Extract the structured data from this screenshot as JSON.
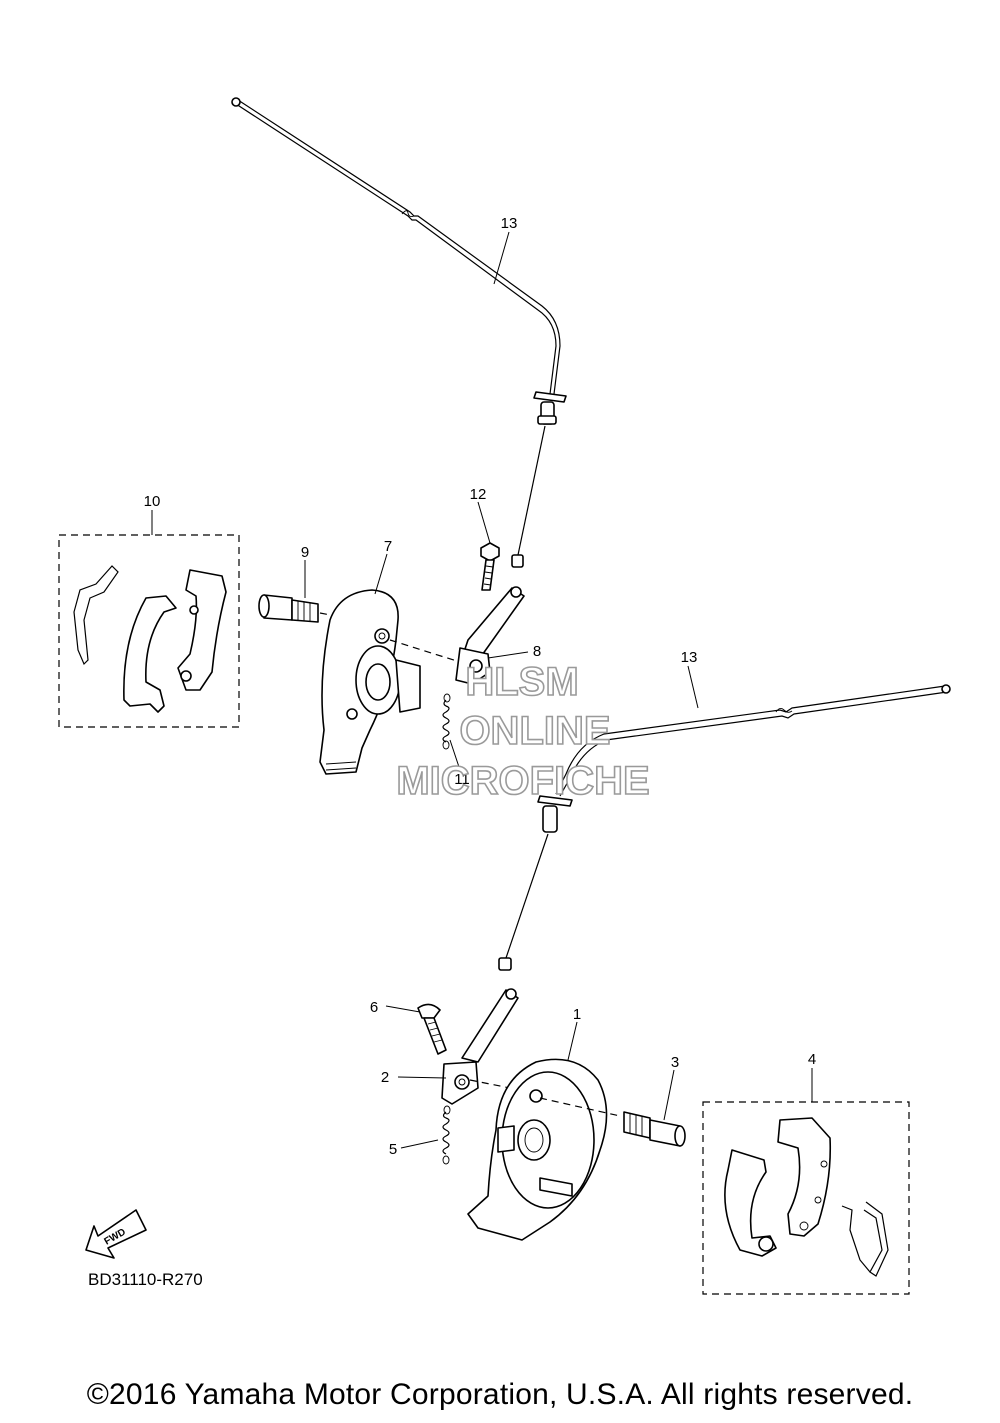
{
  "callouts": {
    "c1": "1",
    "c2": "2",
    "c3": "3",
    "c4": "4",
    "c5": "5",
    "c6": "6",
    "c7": "7",
    "c8": "8",
    "c9": "9",
    "c10": "10",
    "c11": "11",
    "c12": "12",
    "c13a": "13",
    "c13b": "13"
  },
  "watermark": {
    "line1": "HLSM",
    "line2": "ONLINE",
    "line3": "MICROFICHE"
  },
  "fwd_label": "FWD",
  "diagram_code": "BD31110-R270",
  "copyright": "©2016 Yamaha Motor Corporation, U.S.A. All rights reserved."
}
